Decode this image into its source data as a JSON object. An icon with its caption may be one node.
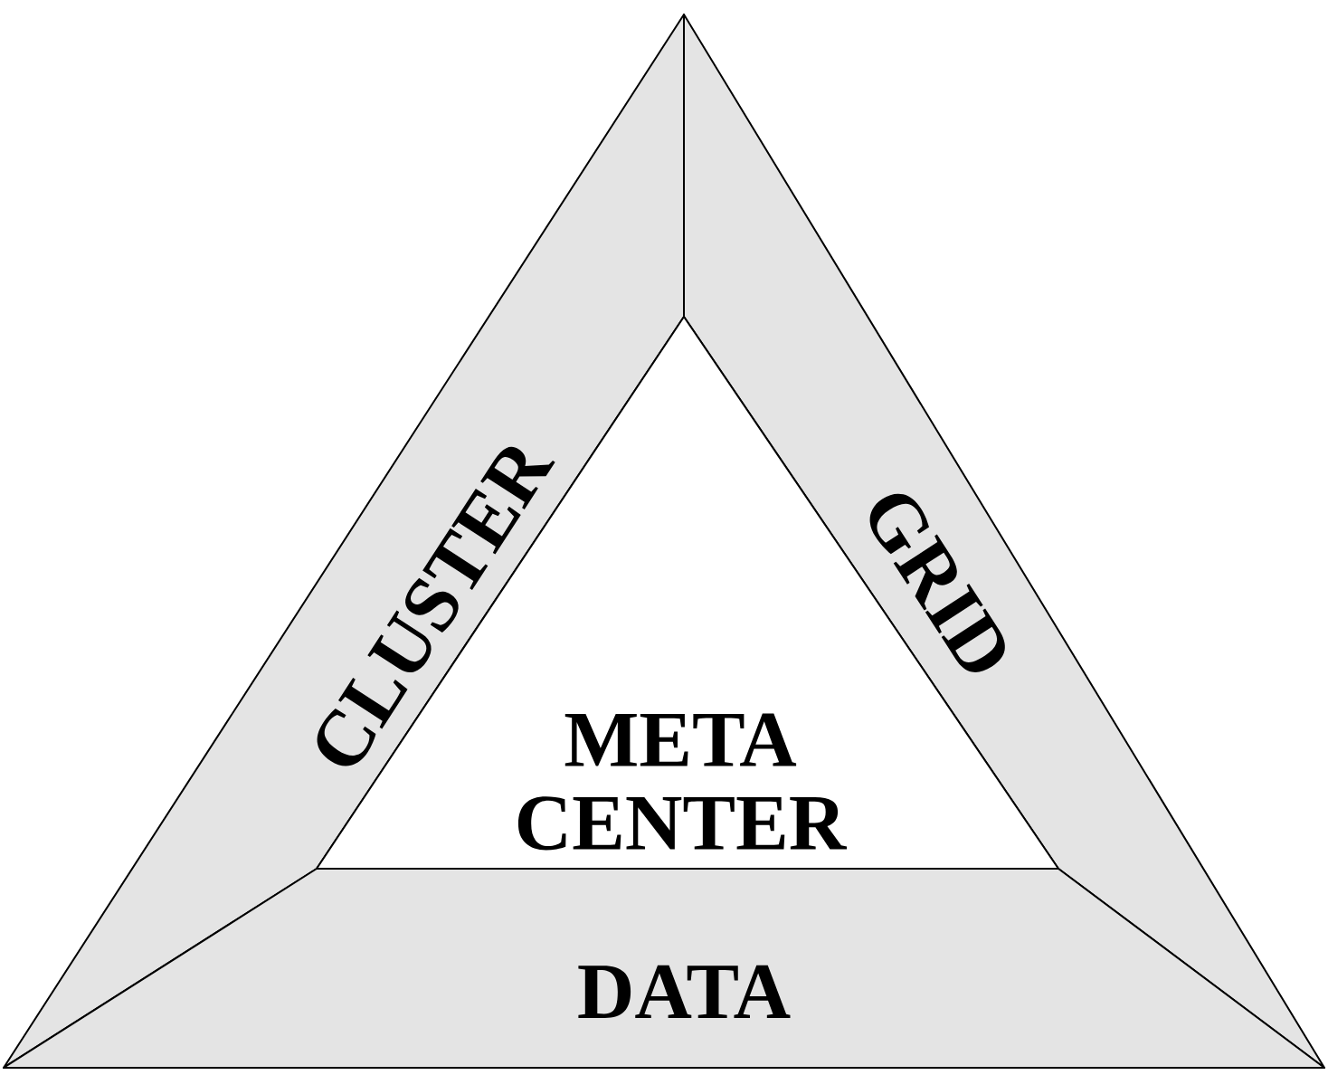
{
  "diagram": {
    "nodes": [
      {
        "text": [
          "CLUSTER"
        ]
      },
      {
        "text": [
          "GRID"
        ]
      },
      {
        "text": [
          "DATA"
        ]
      },
      {
        "text": [
          "META CENTER"
        ]
      }
    ]
  }
}
